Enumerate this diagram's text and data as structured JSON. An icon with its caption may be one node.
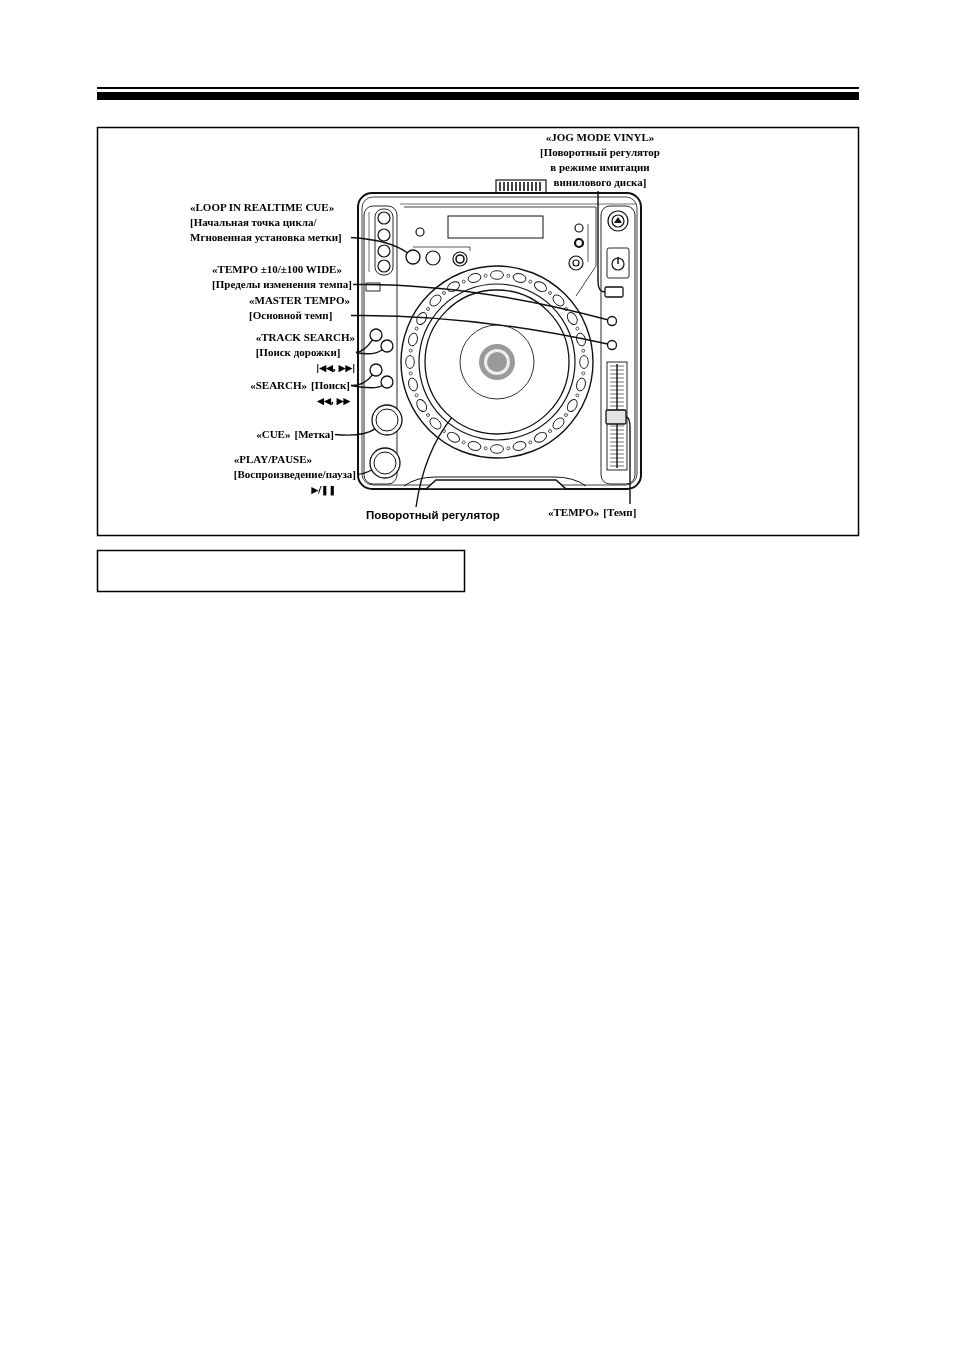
{
  "diagram": {
    "nodes": [
      {
        "text": [
          "«JOG MODE VINYL»",
          "[Поворотный регулятор в режиме имитации винилового диска]"
        ]
      },
      {
        "text": [
          "«LOOP IN REALTIME CUE»",
          "[Начальная точка цикла/ Мгновенная установка метки]"
        ]
      },
      {
        "text": [
          "«TEMPO ±10/±100 WIDE»",
          "[Пределы изменения темпа]"
        ]
      },
      {
        "text": [
          "«MASTER TEMPO»",
          "[Основной темп]"
        ]
      },
      {
        "text": [
          "«TRACK SEARCH»",
          "[Поиск дорожки]",
          "|◀◀, ▶▶|"
        ]
      },
      {
        "text": [
          "«SEARCH»",
          "[Поиск]",
          "◀◀, ▶▶"
        ]
      },
      {
        "text": [
          "«CUE»",
          "[Метка]"
        ]
      },
      {
        "text": [
          "«PLAY/PAUSE»",
          "[Воспроизведение/пауза]",
          "▶/❚❚"
        ]
      },
      {
        "text": [
          "Поворотный регулятор"
        ]
      },
      {
        "text": [
          "«TEMPO»",
          "[Темп]"
        ]
      },
      {
        "text": [],
        "shape": "circle"
      },
      {
        "text": [],
        "shape": "box"
      },
      {
        "text": [],
        "shape": "circle"
      },
      {
        "text": [],
        "shape": "circle"
      },
      {
        "text": [],
        "shape": "circle"
      },
      {
        "text": [],
        "shape": "circle"
      },
      {
        "text": [],
        "shape": "circle"
      },
      {
        "text": [],
        "shape": "circle"
      },
      {
        "text": [],
        "shape": "circle"
      },
      {
        "text": [],
        "shape": "box"
      },
      {
        "text": [],
        "shape": "circle"
      },
      {
        "text": [],
        "shape": "circle"
      }
    ],
    "edges": [
      {
        "from": 0,
        "to": 11,
        "arrow": "none"
      },
      {
        "from": 1,
        "to": 10,
        "arrow": "none"
      },
      {
        "from": 2,
        "to": 12,
        "arrow": "none"
      },
      {
        "from": 3,
        "to": 14,
        "arrow": "none"
      },
      {
        "from": 4,
        "to": 13,
        "arrow": "none"
      },
      {
        "from": 4,
        "to": 15,
        "arrow": "none"
      },
      {
        "from": 5,
        "to": 17,
        "arrow": "none"
      },
      {
        "from": 5,
        "to": 18,
        "arrow": "none"
      },
      {
        "from": 6,
        "to": 20,
        "arrow": "none"
      },
      {
        "from": 7,
        "to": 21,
        "arrow": "none"
      },
      {
        "from": 8,
        "to": 16,
        "arrow": "none"
      },
      {
        "from": 9,
        "to": 19,
        "arrow": "none"
      }
    ]
  }
}
